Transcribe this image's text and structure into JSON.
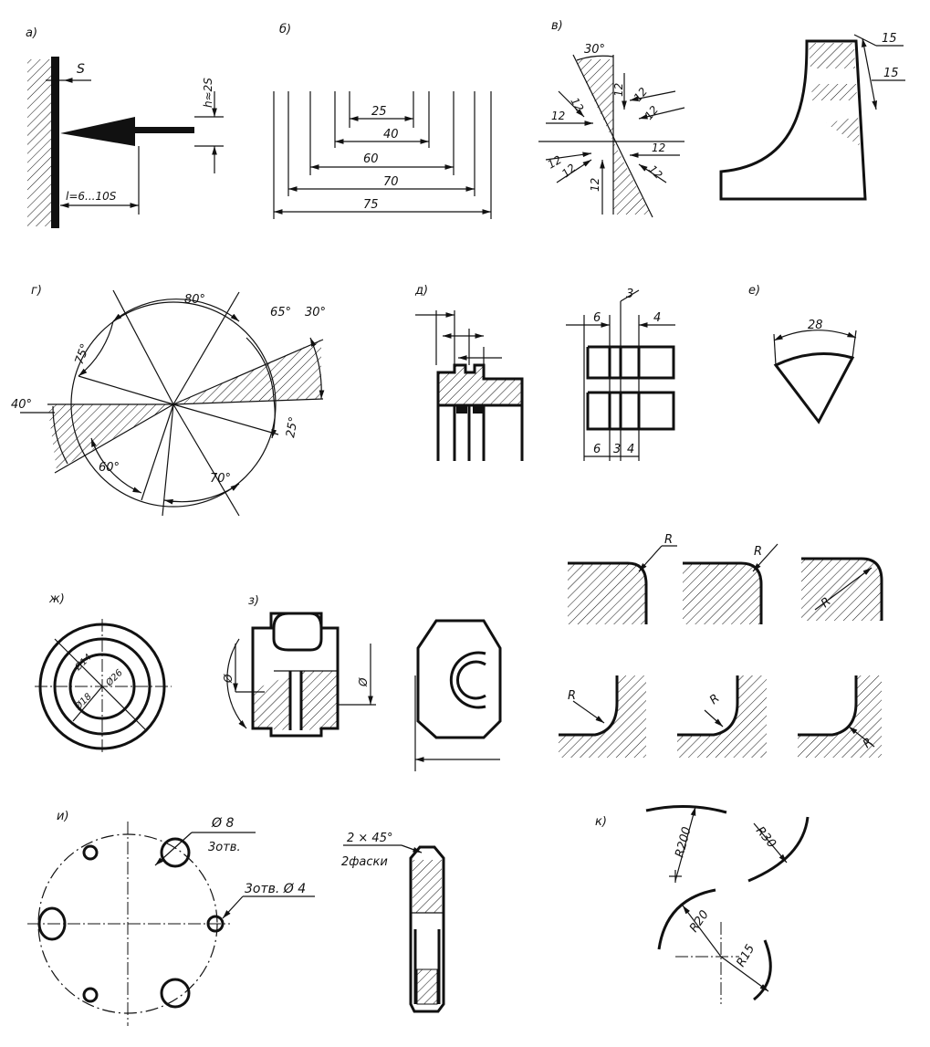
{
  "labels": {
    "a": "а)",
    "b": "б)",
    "v": "в)",
    "g": "г)",
    "d": "д)",
    "e": "е)",
    "zh": "ж)",
    "z": "з)",
    "i": "и)",
    "k": "к)"
  },
  "fig_a": {
    "s": "S",
    "h": "h≈2S",
    "l": "l=6...10S"
  },
  "fig_b": {
    "d1": "25",
    "d2": "40",
    "d3": "60",
    "d4": "70",
    "d5": "75"
  },
  "fig_v": {
    "angle": "30°",
    "d12": "12",
    "d15": "15"
  },
  "fig_g": {
    "a80": "80°",
    "a65": "65°",
    "a30": "30°",
    "a75": "75°",
    "a40": "40°",
    "a25": "25°",
    "a60": "60°",
    "a70": "70°"
  },
  "fig_d": {
    "d3": "3",
    "d6": "6",
    "d4": "4"
  },
  "fig_e": {
    "arc": "28"
  },
  "fig_zh": {
    "d14": "Ø14",
    "d26": "Ø26",
    "d18": "Ø18"
  },
  "fig_z": {
    "dia": "Ø"
  },
  "fig_r": {
    "r": "R"
  },
  "fig_i": {
    "hole8": "Ø 8",
    "holes3": "3отв.",
    "holes4": "3отв. Ø 4",
    "chamfer": "2 × 45°",
    "chamfer2": "2фаски"
  },
  "fig_k": {
    "r200": "R200",
    "r30": "R30",
    "r20": "R20",
    "r15": "R15"
  }
}
